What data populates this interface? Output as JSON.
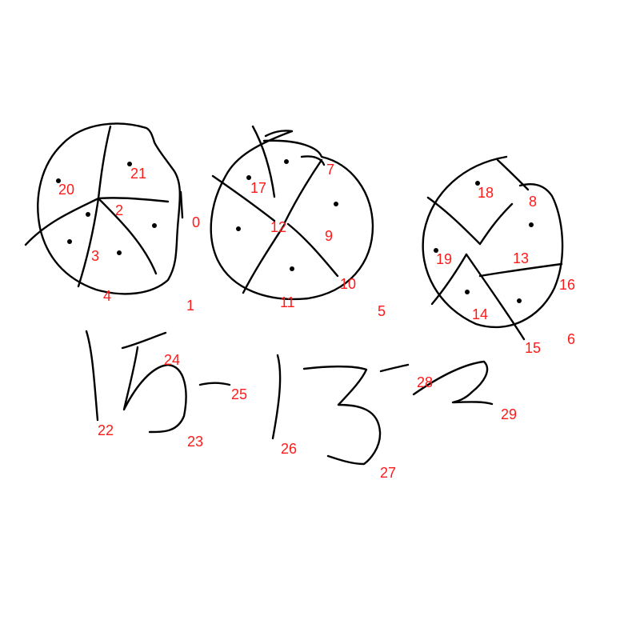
{
  "colors": {
    "ink": "#000000",
    "label": "#ff1a1a",
    "background": "#ffffff"
  },
  "labels": {
    "l0": "0",
    "l1": "1",
    "l2": "2",
    "l3": "3",
    "l4": "4",
    "l5": "5",
    "l6": "6",
    "l7": "7",
    "l8": "8",
    "l9": "9",
    "l10": "10",
    "l11": "11",
    "l12": "12",
    "l13": "13",
    "l14": "14",
    "l15": "15",
    "l16": "16",
    "l17": "17",
    "l18": "18",
    "l19": "19",
    "l20": "20",
    "l21": "21",
    "l22": "22",
    "l23": "23",
    "l24": "24",
    "l25": "25",
    "l26": "26",
    "l27": "27",
    "l28": "28",
    "l29": "29"
  }
}
